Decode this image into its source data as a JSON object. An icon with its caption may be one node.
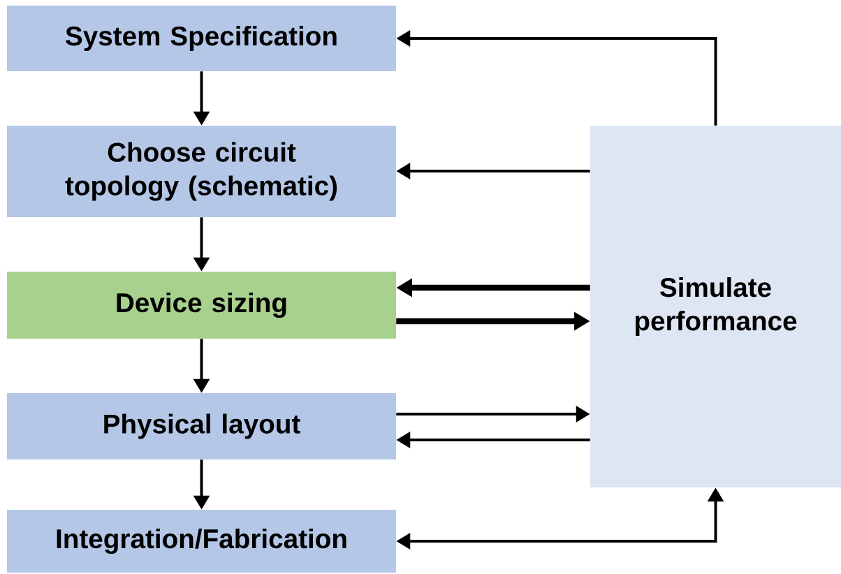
{
  "diagram": {
    "nodes": [
      {
        "text": [
          "System Specification"
        ]
      },
      {
        "text": [
          "Choose circuit topology (schematic)"
        ]
      },
      {
        "text": [
          "Device sizing"
        ]
      },
      {
        "text": [
          "Physical layout"
        ]
      },
      {
        "text": [
          "Integration/Fabrication"
        ]
      },
      {
        "text": [
          "Simulate performance"
        ]
      }
    ],
    "edges": [
      {
        "from": 0,
        "to": 1,
        "arrow": "to"
      },
      {
        "from": 1,
        "to": 2,
        "arrow": "to"
      },
      {
        "from": 2,
        "to": 3,
        "arrow": "to"
      },
      {
        "from": 3,
        "to": 4,
        "arrow": "to"
      },
      {
        "from": 5,
        "to": 0,
        "arrow": "to"
      },
      {
        "from": 5,
        "to": 1,
        "arrow": "to"
      },
      {
        "from": 5,
        "to": 2,
        "arrow": "to",
        "style": "thick"
      },
      {
        "from": 2,
        "to": 5,
        "arrow": "to",
        "style": "thick"
      },
      {
        "from": 3,
        "to": 5,
        "arrow": "to"
      },
      {
        "from": 5,
        "to": 3,
        "arrow": "to"
      },
      {
        "from": 4,
        "to": 5,
        "arrow": "both"
      }
    ]
  }
}
